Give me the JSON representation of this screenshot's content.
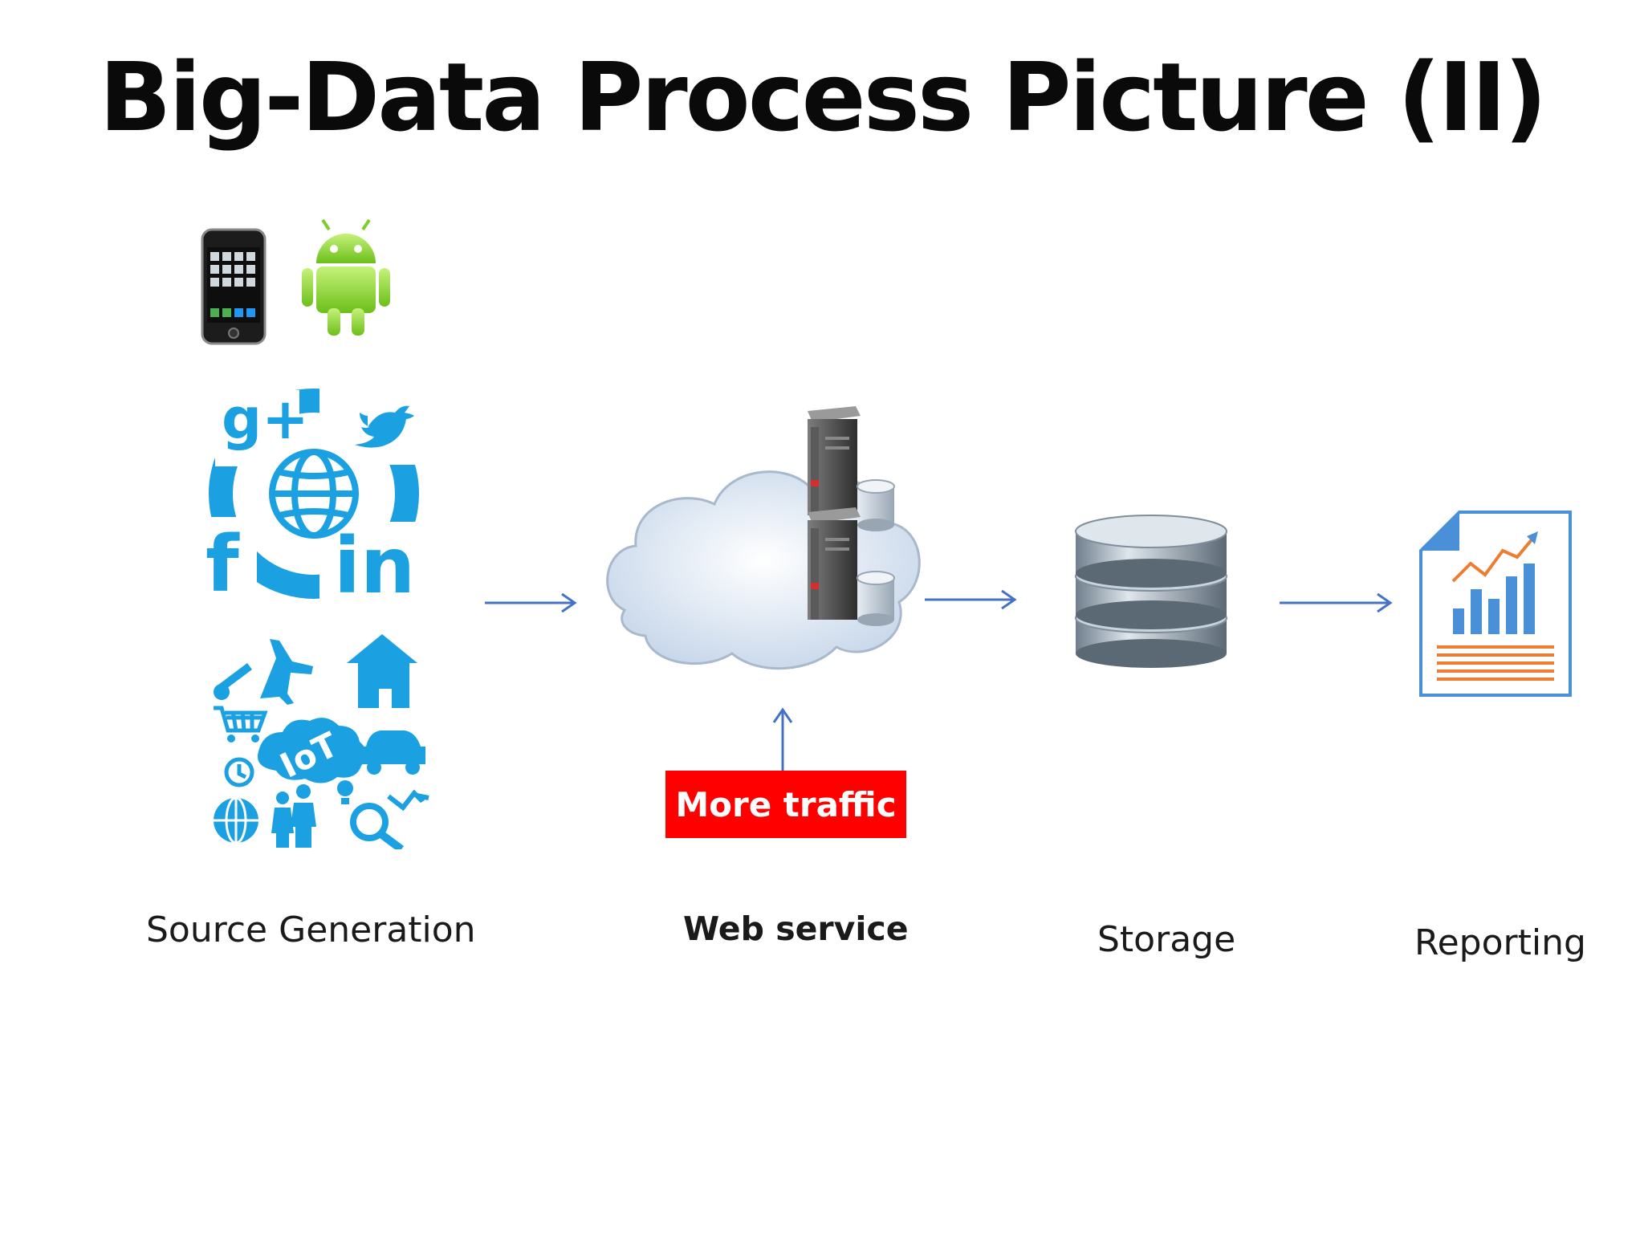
{
  "title": "Big-Data Process Picture (II)",
  "source_icons": {
    "social_letters": [
      "g+",
      "f",
      "in"
    ],
    "iot_text": "IoT"
  },
  "stages": [
    {
      "label": "Source Generation"
    },
    {
      "label": "Web service"
    },
    {
      "label": "Storage"
    },
    {
      "label": "Reporting"
    }
  ],
  "traffic_label": "More traffic",
  "colors": {
    "icon_blue": "#1ba1e2",
    "arrow_blue": "#4472c4",
    "traffic_red": "#ff0000",
    "report_orange": "#ed7d31"
  }
}
